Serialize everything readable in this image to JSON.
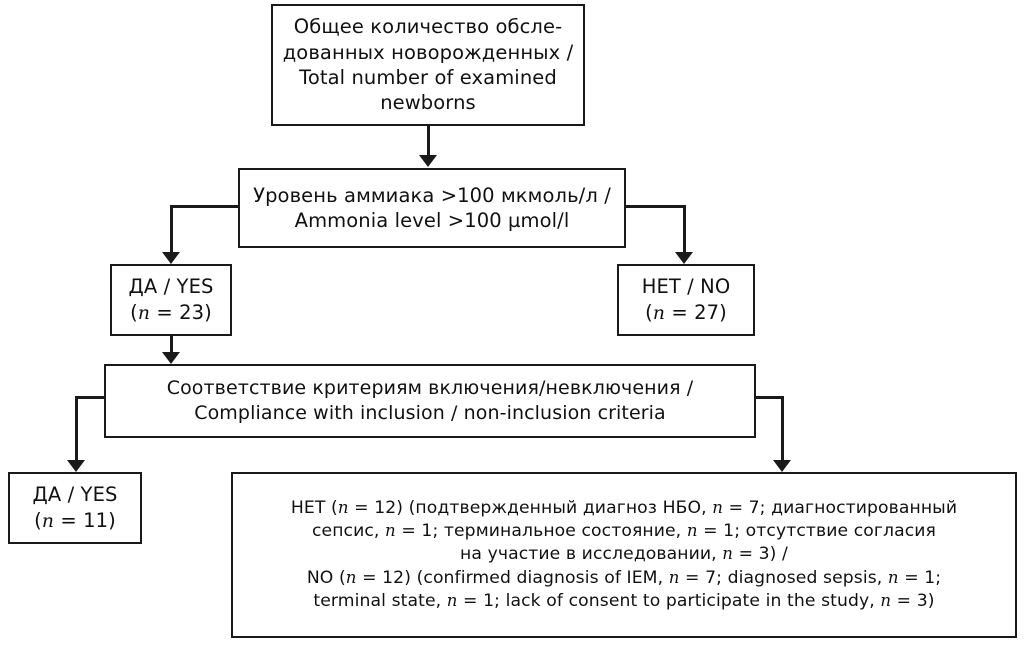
{
  "diagram": {
    "type": "flowchart",
    "title_visible": false,
    "colors": {
      "stroke": "#1a1a1a",
      "fill": "#ffffff",
      "text": "#111111"
    },
    "nodes": {
      "total": {
        "id": "total-examined-newborns",
        "lines": [
          "Общее количество обсле-",
          "дованных новорожденных /",
          "Total number of examined",
          "newborns"
        ]
      },
      "ammonia": {
        "id": "ammonia-level-criterion",
        "lines": [
          "Уровень аммиака >100 мкмоль/л /",
          "Ammonia level >100 µmol/l"
        ]
      },
      "yes23": {
        "id": "ammonia-yes",
        "label": "ДА / YES",
        "count_prefix": "(",
        "count_var": "n",
        "count_eq": " = ",
        "count_value": "23",
        "count_suffix": ")"
      },
      "no27": {
        "id": "ammonia-no",
        "label": "НЕТ / NO",
        "count_prefix": "(",
        "count_var": "n",
        "count_eq": " = ",
        "count_value": "27",
        "count_suffix": ")"
      },
      "criteria": {
        "id": "inclusion-criteria",
        "lines": [
          "Соответствие критериям включения/невключения /",
          "Compliance with inclusion / non-inclusion criteria"
        ]
      },
      "yes11": {
        "id": "criteria-yes",
        "label": "ДА / YES",
        "count_prefix": "(",
        "count_var": "n",
        "count_eq": " = ",
        "count_value": "11",
        "count_suffix": ")"
      },
      "excluded": {
        "id": "criteria-no-excluded",
        "line_ru_1_a": "НЕТ (",
        "line_ru_1_b": " = 12) (подтвержденный диагноз НБО, ",
        "line_ru_1_c": " = 7; диагностированный",
        "line_ru_2_a": "сепсис, ",
        "line_ru_2_b": " = 1; терминальное состояние, ",
        "line_ru_2_c": " = 1; отсутствие согласия",
        "line_ru_3_a": "на участие в исследовании, ",
        "line_ru_3_b": " = 3) /",
        "line_en_1_a": "NO (",
        "line_en_1_b": " = 12) (confirmed diagnosis of IEM, ",
        "line_en_1_c": " = 7; diagnosed sepsis, ",
        "line_en_1_d": " = 1;",
        "line_en_2_a": "terminal state, ",
        "line_en_2_b": " = 1; lack of consent to participate in the study, ",
        "line_en_2_c": " = 3)",
        "n_symbol": "n"
      }
    },
    "edges": [
      {
        "from": "total",
        "to": "ammonia",
        "style": "straight-down-arrow"
      },
      {
        "from": "ammonia",
        "to": "yes23",
        "style": "left-elbow-arrow"
      },
      {
        "from": "ammonia",
        "to": "no27",
        "style": "right-elbow-arrow"
      },
      {
        "from": "yes23",
        "to": "criteria",
        "style": "straight-down-arrow"
      },
      {
        "from": "criteria",
        "to": "yes11",
        "style": "left-elbow-arrow"
      },
      {
        "from": "criteria",
        "to": "excluded",
        "style": "right-elbow-arrow"
      }
    ]
  }
}
